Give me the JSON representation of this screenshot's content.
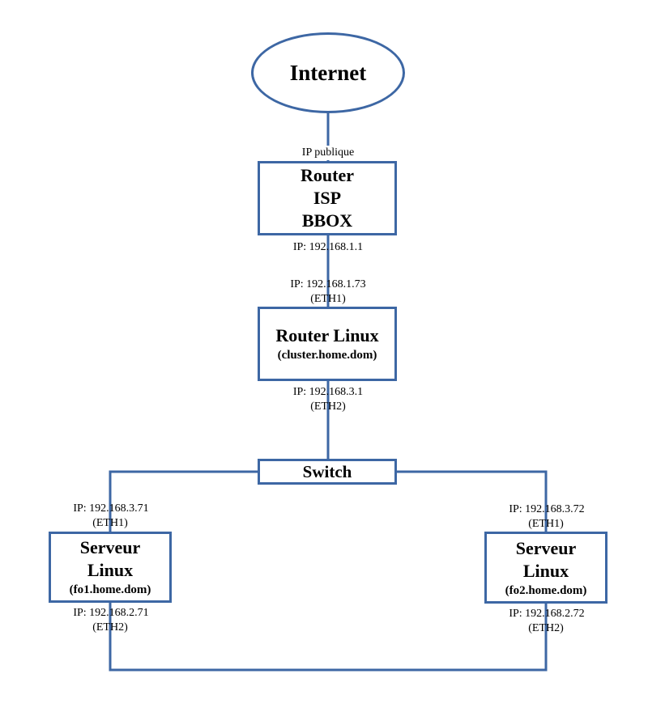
{
  "internet": {
    "label": "Internet"
  },
  "isp_router": {
    "lines": [
      "Router",
      "ISP",
      "BBOX"
    ],
    "wan_ip": "IP publique",
    "lan_ip": "IP: 192.168.1.1"
  },
  "linux_router": {
    "title": "Router Linux",
    "hostname": "(cluster.home.dom)",
    "eth1_ip": "IP: 192.168.1.73",
    "eth1_if": "(ETH1)",
    "eth2_ip": "IP: 192.168.3.1",
    "eth2_if": "(ETH2)"
  },
  "switch": {
    "label": "Switch"
  },
  "server1": {
    "lines": [
      "Serveur",
      "Linux"
    ],
    "hostname": "(fo1.home.dom)",
    "eth1_ip": "IP: 192.168.3.71",
    "eth1_if": "(ETH1)",
    "eth2_ip": "IP: 192.168.2.71",
    "eth2_if": "(ETH2)"
  },
  "server2": {
    "lines": [
      "Serveur",
      "Linux"
    ],
    "hostname": "(fo2.home.dom)",
    "eth1_ip": "IP: 192.168.3.72",
    "eth1_if": "(ETH1)",
    "eth2_ip": "IP: 192.168.2.72",
    "eth2_if": "(ETH2)"
  },
  "colors": {
    "line": "#3d67a4"
  }
}
